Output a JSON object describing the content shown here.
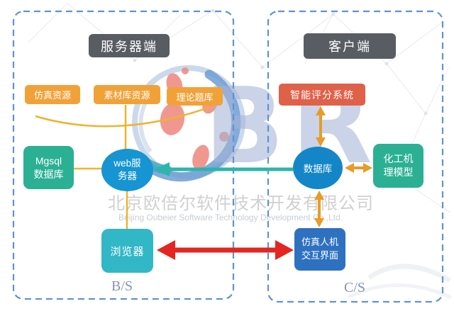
{
  "watermark": {
    "brand_letters": "BR",
    "company_cn": "北京欧倍尔软件技术开发有限公司",
    "company_en": "Beijing Oubeier Software Technology Development Co.,Ltd."
  },
  "server_panel": {
    "title": "服务器端",
    "mode_label": "B/S",
    "sim_resource": "仿真资源",
    "material_lib": "素材库资源",
    "theory_bank": "理论题库",
    "mgsql": {
      "line1": "Mgsql",
      "line2": "数据库"
    },
    "web_server": {
      "line1": "web服",
      "line2": "务器"
    },
    "browser": "浏览器"
  },
  "client_panel": {
    "title": "客户端",
    "mode_label": "C/S",
    "scoring_system": "智能评分系统",
    "database": "数据库",
    "chem_model": {
      "line1": "化工机",
      "line2": "理模型"
    },
    "sim_interface": {
      "line1": "仿真人机",
      "line2": "交互界面"
    }
  },
  "colors": {
    "dashed_border": "#5f93d2",
    "panel_title_bg": "#585c63",
    "orange_box": "#f0a238",
    "redorange_box": "#df6149",
    "green_box": "#2bb093",
    "cyan_box": "#32b7c7",
    "blue_box": "#2e71c1",
    "circle_web_server": "#1795d2",
    "circle_database": "#1486c8",
    "yellow_line": "#efb32c",
    "orange_arrow": "#e89b28",
    "teal_arrow": "#2cb5ad",
    "red_arrow": "#e52520",
    "mode_label_text": "#8494b3",
    "watermark_letters": "#a4b3d6",
    "watermark_text": "#c8c8c8"
  }
}
